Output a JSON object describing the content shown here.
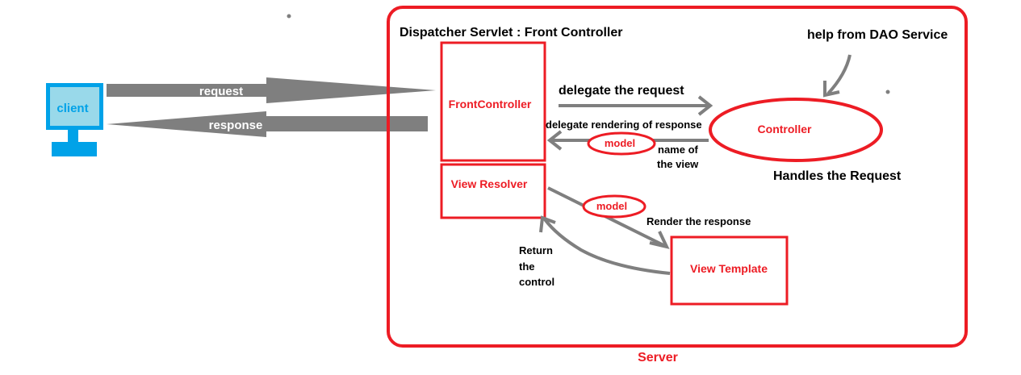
{
  "client": {
    "label": "client",
    "color": "#00a2e8",
    "screen_fill": "#99d9ea"
  },
  "arrows": {
    "request_label": "request",
    "response_label": "response",
    "delegate_request_label": "delegate the request",
    "delegate_rendering_label": "delegate rendering of response",
    "name_of_view_line1": "name of",
    "name_of_view_line2": "the view",
    "render_response_label": "Render the response",
    "return_control_line1": "Return",
    "return_control_line2": "the",
    "return_control_line3": "control",
    "color": "#7f7f7f"
  },
  "server": {
    "title": "Dispatcher Servlet : Front Controller",
    "label": "Server",
    "border_color": "#ed1c24"
  },
  "front_controller": {
    "label": "FrontController"
  },
  "view_resolver": {
    "label": "View Resolver"
  },
  "controller": {
    "label": "Controller",
    "caption": "Handles the Request",
    "dao_note": "help from DAO Service"
  },
  "model_bubble_1": {
    "label": "model"
  },
  "model_bubble_2": {
    "label": "model"
  },
  "view_template": {
    "label": "View Template"
  }
}
